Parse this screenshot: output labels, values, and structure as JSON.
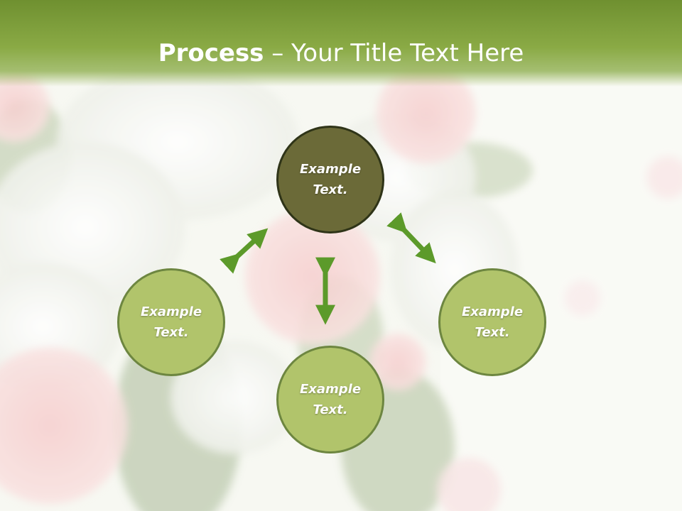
{
  "title": {
    "bold": "Process",
    "rest": " – Your Title Text Here"
  },
  "nodes": [
    {
      "text": "Example Text."
    },
    {
      "text": "Example Text."
    },
    {
      "text": "Example Text."
    },
    {
      "text": "Example Text."
    }
  ],
  "colors": {
    "header": "#7a9a35",
    "node_fill": "#b1c46b",
    "node_dark": "#6b6a38",
    "arrow": "#5c9a2a"
  }
}
